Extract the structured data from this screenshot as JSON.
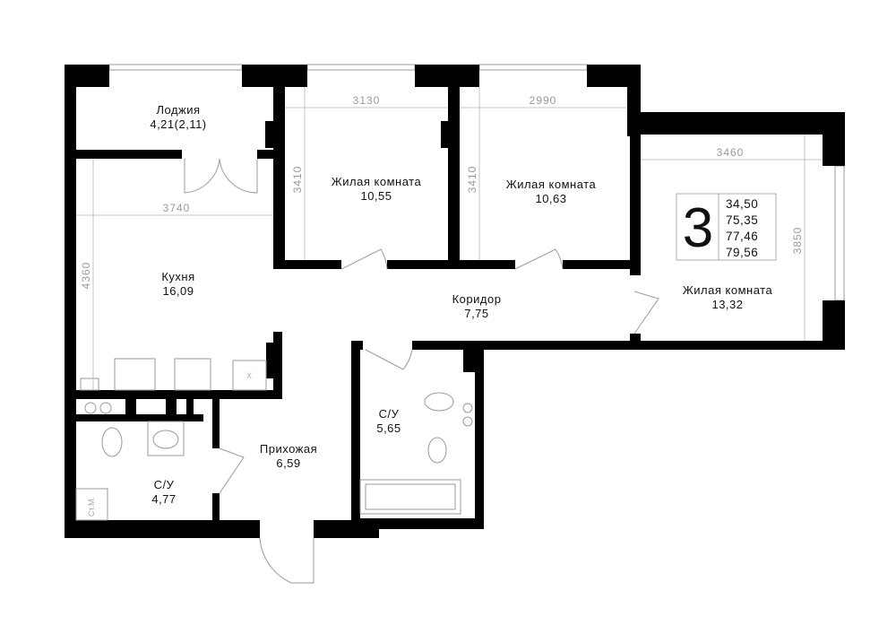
{
  "rooms": {
    "loggia": {
      "name": "Лоджия",
      "area": "4,21(2,11)"
    },
    "bedroom1": {
      "name": "Жилая комната",
      "area": "10,55"
    },
    "bedroom2": {
      "name": "Жилая комната",
      "area": "10,63"
    },
    "bedroom3": {
      "name": "Жилая комната",
      "area": "13,32"
    },
    "kitchen": {
      "name": "Кухня",
      "area": "16,09"
    },
    "corridor": {
      "name": "Коридор",
      "area": "7,75"
    },
    "hall": {
      "name": "Прихожая",
      "area": "6,59"
    },
    "bath1": {
      "name": "С/У",
      "area": "4,77"
    },
    "bath2": {
      "name": "С/У",
      "area": "5,65"
    }
  },
  "dimensions": {
    "bedroom1_w": "3130",
    "bedroom1_h": "3410",
    "bedroom2_w": "2990",
    "bedroom2_h": "3410",
    "bedroom3_w": "3460",
    "bedroom3_h": "3850",
    "kitchen_w": "3740",
    "kitchen_h": "4360"
  },
  "labels": {
    "riser": "Ст.М.",
    "appliance": "X"
  },
  "summary": {
    "rooms_count": "3",
    "areas": [
      "34,50",
      "75,35",
      "77,46",
      "79,56"
    ]
  }
}
